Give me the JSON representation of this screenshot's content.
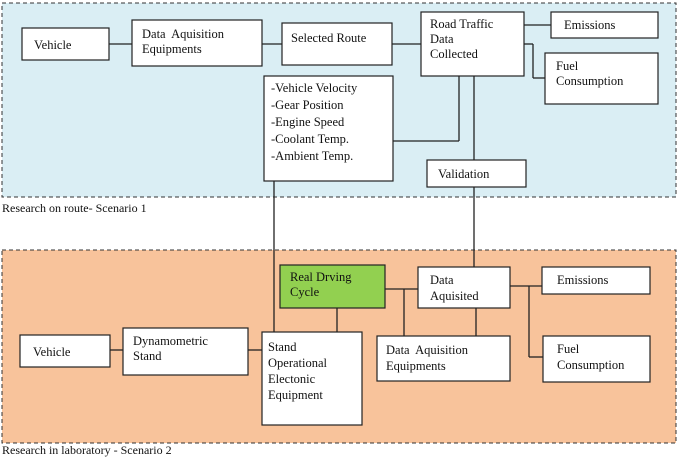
{
  "regions": {
    "route": {
      "label": "Research on route- Scenario 1",
      "fill": "#daeef4"
    },
    "lab": {
      "label": "Research  in laboratory - Scenario 2",
      "fill": "#f8c39b"
    }
  },
  "boxes": {
    "vehicle_route": [
      "Vehicle"
    ],
    "daq_route": [
      "Data  Aquisition",
      "Equipments"
    ],
    "selected_route": [
      "Selected Route"
    ],
    "road_traffic": [
      "Road Traffic",
      "Data",
      "Collected"
    ],
    "emissions_route": [
      "Emissions"
    ],
    "fuel_route": [
      "Fuel",
      "Consumption"
    ],
    "parameters": [
      "-Vehicle Velocity",
      "-Gear Position",
      "-Engine Speed",
      "-Coolant Temp.",
      "-Ambient Temp."
    ],
    "validation": [
      "Validation"
    ],
    "real_cycle": [
      "Real Drving",
      "Cycle"
    ],
    "data_acquired": [
      "Data",
      "Aquisited"
    ],
    "emissions_lab": [
      "Emissions"
    ],
    "vehicle_lab": [
      "Vehicle"
    ],
    "dyno_stand": [
      "Dynamometric",
      "Stand"
    ],
    "stand_equipment": [
      "Stand",
      "Operational",
      "Electonic",
      "Equipment"
    ],
    "daq_lab": [
      "Data  Aquisition",
      "Equipments"
    ],
    "fuel_lab": [
      "Fuel",
      "Consumption"
    ]
  },
  "colors": {
    "highlight": "#92d050",
    "border": "#222222"
  }
}
